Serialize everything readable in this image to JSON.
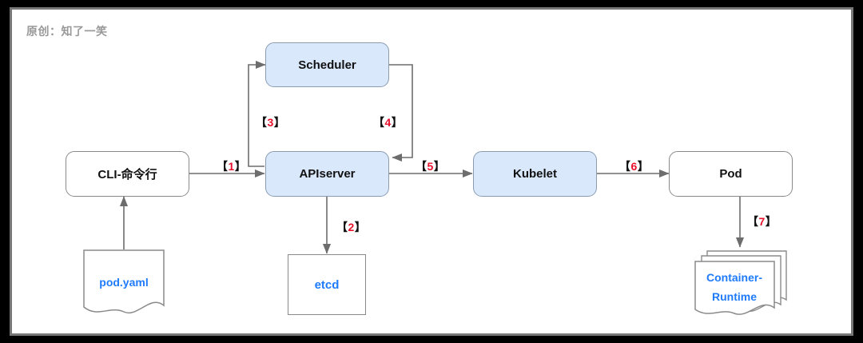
{
  "canvas": {
    "credit": "原创：知了一笑",
    "background": "#ffffff",
    "frame_color": "#777777",
    "accent_blue_fill": "#dae8fc",
    "label_red": "#e8102a",
    "doc_text_blue": "#1f7bfb"
  },
  "nodes": {
    "cli": {
      "label": "CLI-命令行",
      "style": "white-rounded"
    },
    "apiserver": {
      "label": "APIserver",
      "style": "blue-rounded"
    },
    "scheduler": {
      "label": "Scheduler",
      "style": "blue-rounded"
    },
    "kubelet": {
      "label": "Kubelet",
      "style": "blue-rounded"
    },
    "pod": {
      "label": "Pod",
      "style": "white-rounded"
    },
    "etcd": {
      "label": "etcd",
      "style": "white-square"
    },
    "pod_yaml": {
      "label": "pod.yaml",
      "style": "document"
    },
    "container_runtime": {
      "label_line1": "Container-",
      "label_line2": "Runtime",
      "style": "stacked-document"
    }
  },
  "steps": {
    "s1": {
      "open": "【",
      "num": "1",
      "close": "】",
      "from": "cli",
      "to": "apiserver"
    },
    "s2": {
      "open": "【",
      "num": "2",
      "close": "】",
      "from": "apiserver",
      "to": "etcd"
    },
    "s3": {
      "open": "【",
      "num": "3",
      "close": "】",
      "from": "apiserver",
      "to": "scheduler"
    },
    "s4": {
      "open": "【",
      "num": "4",
      "close": "】",
      "from": "scheduler",
      "to": "apiserver"
    },
    "s5": {
      "open": "【",
      "num": "5",
      "close": "】",
      "from": "apiserver",
      "to": "kubelet"
    },
    "s6": {
      "open": "【",
      "num": "6",
      "close": "】",
      "from": "kubelet",
      "to": "pod"
    },
    "s7": {
      "open": "【",
      "num": "7",
      "close": "】",
      "from": "pod",
      "to": "container_runtime"
    }
  }
}
